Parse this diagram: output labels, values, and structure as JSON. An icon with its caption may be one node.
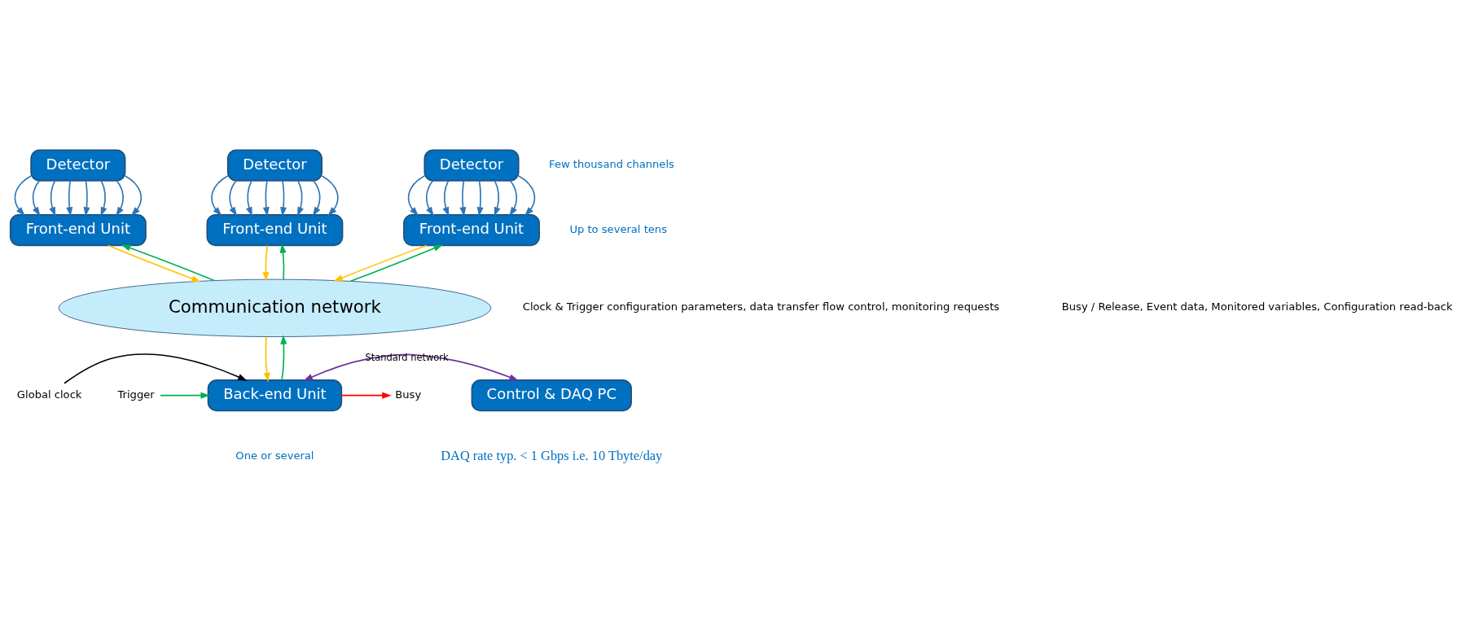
{
  "diagram": {
    "nodes": [
      {
        "text": [
          "Detector"
        ]
      },
      {
        "text": [
          "Front-end Unit"
        ]
      },
      {
        "text": [
          "Detector"
        ]
      },
      {
        "text": [
          "Front-end Unit"
        ]
      },
      {
        "text": [
          "Detector"
        ]
      },
      {
        "text": [
          "Front-end Unit"
        ]
      },
      {
        "text": [
          "Communication network"
        ]
      },
      {
        "text": [
          "Back-end Unit"
        ],
        "beside": [
          "One or several"
        ]
      },
      {
        "text": [
          "Control & DAQ PC"
        ]
      },
      {
        "text": [
          "Global clock"
        ]
      },
      {
        "text": [
          "Trigger"
        ]
      },
      {
        "text": [
          "Busy"
        ]
      }
    ],
    "edges": [
      {
        "from": 0,
        "to": 1,
        "arrow": "to"
      },
      {
        "from": 0,
        "to": 1,
        "arrow": "to"
      },
      {
        "from": 0,
        "to": 1,
        "arrow": "to"
      },
      {
        "from": 0,
        "to": 1,
        "arrow": "to"
      },
      {
        "from": 0,
        "to": 1,
        "arrow": "to"
      },
      {
        "from": 0,
        "to": 1,
        "arrow": "to"
      },
      {
        "from": 0,
        "to": 1,
        "arrow": "to"
      },
      {
        "from": 0,
        "to": 1,
        "arrow": "to"
      },
      {
        "from": 2,
        "to": 3,
        "arrow": "to"
      },
      {
        "from": 2,
        "to": 3,
        "arrow": "to"
      },
      {
        "from": 2,
        "to": 3,
        "arrow": "to"
      },
      {
        "from": 2,
        "to": 3,
        "arrow": "to"
      },
      {
        "from": 2,
        "to": 3,
        "arrow": "to"
      },
      {
        "from": 2,
        "to": 3,
        "arrow": "to"
      },
      {
        "from": 2,
        "to": 3,
        "arrow": "to"
      },
      {
        "from": 2,
        "to": 3,
        "arrow": "to"
      },
      {
        "from": 4,
        "to": 5,
        "arrow": "to"
      },
      {
        "from": 4,
        "to": 5,
        "arrow": "to"
      },
      {
        "from": 4,
        "to": 5,
        "arrow": "to"
      },
      {
        "from": 4,
        "to": 5,
        "arrow": "to"
      },
      {
        "from": 4,
        "to": 5,
        "arrow": "to"
      },
      {
        "from": 4,
        "to": 5,
        "arrow": "to"
      },
      {
        "from": 4,
        "to": 5,
        "arrow": "to"
      },
      {
        "from": 4,
        "to": 5,
        "arrow": "to"
      },
      {
        "from": 6,
        "to": 1,
        "arrow": "to",
        "color": "#00b050"
      },
      {
        "from": 1,
        "to": 6,
        "arrow": "to",
        "color": "#ffc000"
      },
      {
        "from": 6,
        "to": 3,
        "arrow": "to",
        "color": "#00b050"
      },
      {
        "from": 3,
        "to": 6,
        "arrow": "to",
        "color": "#ffc000"
      },
      {
        "from": 6,
        "to": 5,
        "arrow": "to",
        "color": "#00b050"
      },
      {
        "from": 5,
        "to": 6,
        "arrow": "to",
        "color": "#ffc000"
      },
      {
        "from": 7,
        "to": 6,
        "arrow": "to",
        "color": "#00b050"
      },
      {
        "from": 6,
        "to": 7,
        "arrow": "to",
        "color": "#ffc000"
      },
      {
        "from": 9,
        "to": 7,
        "arrow": "to",
        "color": "#000000"
      },
      {
        "from": 10,
        "to": 7,
        "arrow": "to",
        "color": "#00b050"
      },
      {
        "from": 7,
        "to": 11,
        "arrow": "to",
        "color": "#ff0000"
      },
      {
        "from": 7,
        "to": 8,
        "arrow": "both",
        "color": "#7030a0",
        "label": "Standard network"
      }
    ],
    "labels": [
      "Few thousand channels",
      "Up to several tens",
      "Clock & Trigger configuration parameters, data transfer flow control, monitoring requests",
      "Busy / Release, Event data, Monitored variables, Configuration read-back",
      "DAQ rate typ. < 1 Gbps i.e. 10 Tbyte/day"
    ]
  }
}
